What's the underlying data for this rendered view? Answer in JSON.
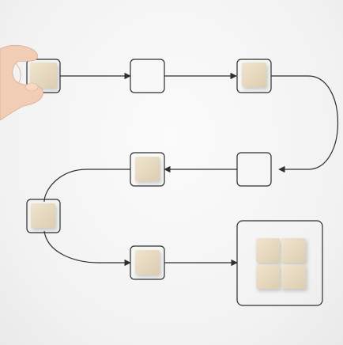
{
  "scene": {
    "palette": {
      "background": "#f3f3f3",
      "line": "#2f2f2f",
      "block": "#e9dcc4",
      "block_shadow": "#c9b99b",
      "skin": "#f1cdb5"
    },
    "steps_total": 7,
    "steps_with_block": 5,
    "empty_steps": 2,
    "final_goal": "four-block-grid"
  }
}
